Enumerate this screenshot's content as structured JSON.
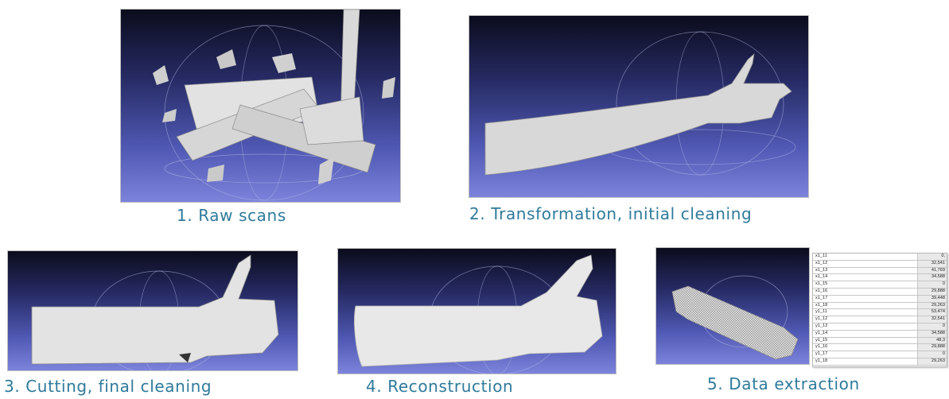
{
  "panels": [
    {
      "caption": "1. Raw scans"
    },
    {
      "caption": "2. Transformation, initial cleaning"
    },
    {
      "caption": "3. Cutting, final cleaning"
    },
    {
      "caption": "4. Reconstruction"
    },
    {
      "caption": "5. Data extraction"
    }
  ],
  "table": {
    "rows": [
      {
        "key": "x1_11",
        "value": "0,"
      },
      {
        "key": "x1_12",
        "value": "32,541"
      },
      {
        "key": "x1_13",
        "value": "41,769"
      },
      {
        "key": "x1_14",
        "value": "34,588"
      },
      {
        "key": "x1_15",
        "value": "0"
      },
      {
        "key": "x1_16",
        "value": "29,888"
      },
      {
        "key": "x1_17",
        "value": "39,448"
      },
      {
        "key": "x1_18",
        "value": "29,263"
      },
      {
        "key": "y1_11",
        "value": "53,474"
      },
      {
        "key": "y1_12",
        "value": "32,541"
      },
      {
        "key": "y1_13",
        "value": "0"
      },
      {
        "key": "y1_14",
        "value": "34,588"
      },
      {
        "key": "y1_15",
        "value": "48,3"
      },
      {
        "key": "y1_16",
        "value": "29,888"
      },
      {
        "key": "y1_17",
        "value": "0"
      },
      {
        "key": "y1_18",
        "value": "29,263"
      }
    ]
  },
  "colors": {
    "caption": "#2f7a9b",
    "viewport_top": "#0b0c1c",
    "viewport_bottom": "#7c83db",
    "mesh": "#e6e6e6"
  }
}
